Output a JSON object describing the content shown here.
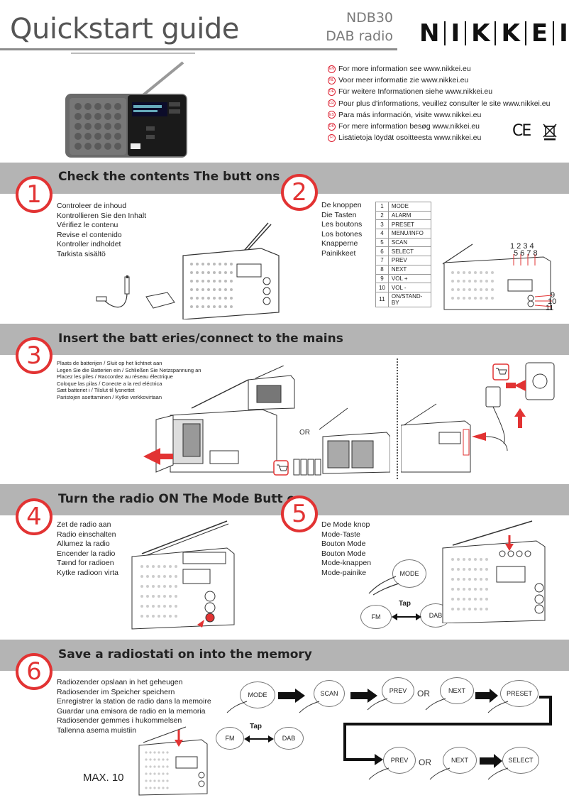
{
  "header": {
    "title": "Quickstart guide",
    "model": "NDB30",
    "product": "DAB radio",
    "logo_letters": [
      "N",
      "I",
      "K",
      "K",
      "E",
      "I"
    ]
  },
  "languages": [
    {
      "code": "EN",
      "text": "For more information see www.nikkei.eu"
    },
    {
      "code": "NL",
      "text": "Voor meer informatie zie www.nikkei.eu"
    },
    {
      "code": "DE",
      "text": "Für weitere Informationen siehe www.nikkei.eu"
    },
    {
      "code": "FR",
      "text": "Pour plus d'informations, veuillez consulter le site www.nikkei.eu"
    },
    {
      "code": "ES",
      "text": "Para más información, visite www.nikkei.eu"
    },
    {
      "code": "DK",
      "text": "For mere information besøg www.nikkei.eu"
    },
    {
      "code": "FI",
      "text": "Lisätietoja löydät osoitteesta www.nikkei.eu"
    }
  ],
  "marks": {
    "ce": "CE",
    "weee": "weee-bin-icon"
  },
  "sections": {
    "s1": {
      "number": "1",
      "title": "Check the contents  The butt ons",
      "lines": [
        "Controleer de inhoud",
        "Kontrollieren Sie den Inhalt",
        "Vérifiez le contenu",
        "Revise el contenido",
        "Kontroller indholdet",
        "Tarkista sisältö"
      ]
    },
    "s2": {
      "number": "2",
      "lines": [
        "De knoppen",
        "Die Tasten",
        "Les boutons",
        "Los botones",
        "Knapperne",
        "Painikkeet"
      ],
      "buttons": [
        {
          "n": "1",
          "label": "MODE"
        },
        {
          "n": "2",
          "label": "ALARM"
        },
        {
          "n": "3",
          "label": "PRESET"
        },
        {
          "n": "4",
          "label": "MENU/INFO"
        },
        {
          "n": "5",
          "label": "SCAN"
        },
        {
          "n": "6",
          "label": "SELECT"
        },
        {
          "n": "7",
          "label": "PREV"
        },
        {
          "n": "8",
          "label": "NEXT"
        },
        {
          "n": "9",
          "label": "VOL +"
        },
        {
          "n": "10",
          "label": "VOL -"
        },
        {
          "n": "11",
          "label": "ON/STAND-BY"
        }
      ],
      "callouts_top1": "1  2  3  4",
      "callouts_top2": "5  6  7  8",
      "callout_9": "9",
      "callout_10": "10",
      "callout_11": "11"
    },
    "s3": {
      "number": "3",
      "title": "Insert the batt eries/connect to the mains",
      "lines": [
        "Plaats de batterijen / Sluit op het lichtnet aan",
        "Legen Sie die Batterien ein / Schließen Sie Netzspannung an",
        "Placez les piles / Raccordez au réseau électrique",
        "Coloque las pilas / Conecte a la red eléctrica",
        "Sæt batteriet i / Tilslut til lysnettet",
        "Paristojen asettaminen / Kytke verkkovirtaan"
      ],
      "or": "OR"
    },
    "s4": {
      "number": "4",
      "title": "Turn the radio ON  The Mode Butt on",
      "lines": [
        "Zet de radio aan",
        "Radio einschalten",
        "Allumez la radio",
        "Encender la radio",
        "Tænd for radioen",
        "Kytke radioon virta"
      ]
    },
    "s5": {
      "number": "5",
      "lines": [
        "De Mode knop",
        "Mode-Taste",
        "Bouton Mode",
        "Bouton Mode",
        "Mode-knappen",
        "Mode-painike"
      ],
      "mode": "MODE",
      "tap": "Tap",
      "fm": "FM",
      "dab": "DAB"
    },
    "s6": {
      "number": "6",
      "title": "Save a radiostati on into the memory",
      "lines": [
        "Radiozender opslaan in het geheugen",
        "Radiosender im Speicher speichern",
        "Enregistrer la station de radio dans la memoire",
        "Guardar una emisora de radio en la memoria",
        "Radiosender gemmes i hukommelsen",
        "Tallenna asema muistiin"
      ],
      "row1": [
        "MODE",
        "SCAN",
        "PREV",
        "NEXT",
        "PRESET"
      ],
      "row2": [
        "PREV",
        "NEXT",
        "SELECT"
      ],
      "or": "OR",
      "tap": "Tap",
      "fm": "FM",
      "dab": "DAB",
      "max": "MAX. 10"
    }
  }
}
